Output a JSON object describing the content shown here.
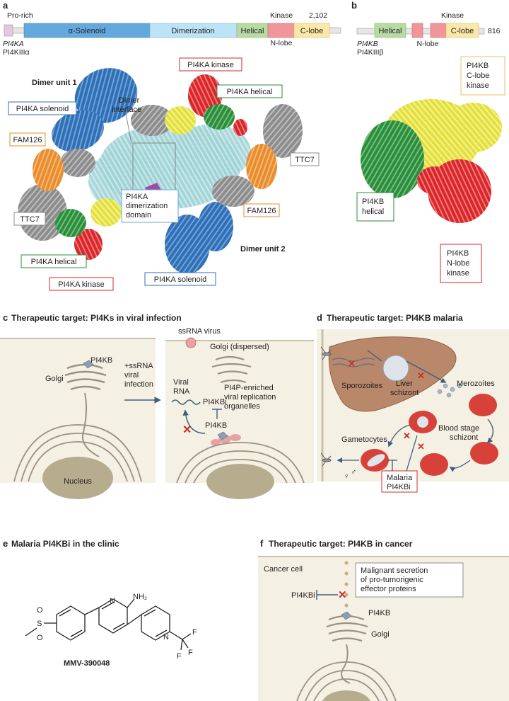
{
  "colors": {
    "kinase_red": "#d9262a",
    "helical_green": "#2e8b3d",
    "solenoid_blue": "#2f6fb5",
    "clobe_yellow": "#e3e03a",
    "fam126_orange": "#ea8c2c",
    "ttc7_grey": "#8c8c8c",
    "cream": "#f4f0e3",
    "tan": "#e8dfc6",
    "liver": "#b9876a",
    "rbc": "#d8413a",
    "inhibit": "#c8302c",
    "arrow": "#3e5f7a"
  },
  "panel_a": {
    "letter": "a",
    "domain_bar": {
      "gene": "PI4KA",
      "protein": "PI4KIIIα",
      "pro_rich": "Pro-rich",
      "solenoid": "α-Solenoid",
      "dimerization": "Dimerization",
      "helical": "Helical",
      "kinase": "Kinase",
      "n_lobe": "N-lobe",
      "c_lobe": "C-lobe",
      "length": "2,102"
    },
    "structure": {
      "dimer_unit_1": "Dimer unit 1",
      "dimer_unit_2": "Dimer unit 2",
      "dimer_interface_1": "Dimer",
      "dimer_interface_2": "interface",
      "callouts": {
        "kinase_top": "PI4KA kinase",
        "helical_top": "PI4KA helical",
        "solenoid_top": "PI4KA solenoid",
        "fam126_left": "FAM126",
        "fam126_right": "FAM126",
        "ttc7_right": "TTC7",
        "ttc7_left": "TTC7",
        "dimerization_1": "PI4KA",
        "dimerization_2": "dimerization",
        "dimerization_3": "domain",
        "helical_bottom": "PI4KA helical",
        "kinase_bottom": "PI4KA kinase",
        "solenoid_bottom": "PI4KA solenoid"
      }
    }
  },
  "panel_b": {
    "letter": "b",
    "domain_bar": {
      "gene": "PI4KB",
      "protein": "PI4KIIIβ",
      "helical": "Helical",
      "kinase": "Kinase",
      "n_lobe": "N-lobe",
      "c_lobe": "C-lobe",
      "length": "816"
    },
    "callouts": {
      "clobe_1": "PI4KB",
      "clobe_2": "C-lobe",
      "clobe_3": "kinase",
      "helical_1": "PI4KB",
      "helical_2": "helical",
      "nlobe_1": "PI4KB",
      "nlobe_2": "N-lobe",
      "nlobe_3": "kinase"
    }
  },
  "panel_c": {
    "letter": "c",
    "title": "Therapeutic target: PI4Ks in viral infection",
    "pi4kb": "PI4KB",
    "golgi": "Golgi",
    "nucleus": "Nucleus",
    "infection_1": "+ssRNA",
    "infection_2": "viral",
    "infection_3": "infection",
    "ssrna_virus": "ssRNA virus",
    "golgi_dispersed": "Golgi (dispersed)",
    "viral_rna_1": "Viral",
    "viral_rna_2": "RNA",
    "pi4kbi": "PI4KBi",
    "pi4kb_2": "PI4KB",
    "organelles_1": "PI4P-enriched",
    "organelles_2": "viral replication",
    "organelles_3": "organelles"
  },
  "panel_d": {
    "letter": "d",
    "title": "Therapeutic target: PI4KB malaria",
    "sporozoites": "Sporozoites",
    "liver_1": "Liver",
    "liver_2": "schizont",
    "merozoites": "Merozoites",
    "blood_1": "Blood stage",
    "blood_2": "schizont",
    "gametocytes": "Gametocytes",
    "malaria_1": "Malaria",
    "malaria_2": "PI4KBi",
    "female": "♀",
    "male": "♂"
  },
  "panel_e": {
    "letter": "e",
    "title": "Malaria PI4KBi in the clinic",
    "compound": "MMV-390048",
    "atoms": {
      "n1": "N",
      "nh2": "NH₂",
      "n2": "N",
      "s": "S",
      "o1": "O",
      "o2": "O",
      "f1": "F",
      "f2": "F",
      "f3": "F"
    }
  },
  "panel_f": {
    "letter": "f",
    "title": "Therapeutic target: PI4KB in cancer",
    "cancer_cell": "Cancer cell",
    "pi4kbi": "PI4KBi",
    "secretion_1": "Malignant secretion",
    "secretion_2": "of pro-tumorigenic",
    "secretion_3": "effector proteins",
    "pi4kb": "PI4KB",
    "golgi": "Golgi"
  }
}
